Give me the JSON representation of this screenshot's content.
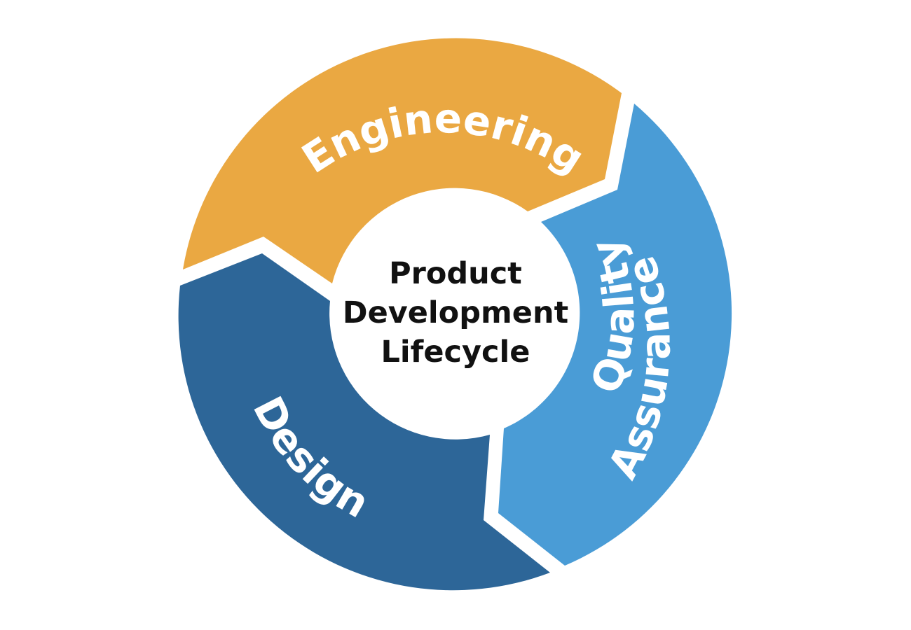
{
  "diagram": {
    "center": {
      "lines": [
        "Product",
        "Development",
        "Lifecycle"
      ]
    },
    "segments": [
      {
        "id": "engineering",
        "label": "Engineering",
        "color": "#EAA842"
      },
      {
        "id": "quality-assurance",
        "label_line1": "Quality",
        "label_line2": "Assurance",
        "color": "#4A9CD6"
      },
      {
        "id": "design",
        "label": "Design",
        "color": "#2D6698"
      }
    ],
    "background": "#FFFFFF"
  }
}
